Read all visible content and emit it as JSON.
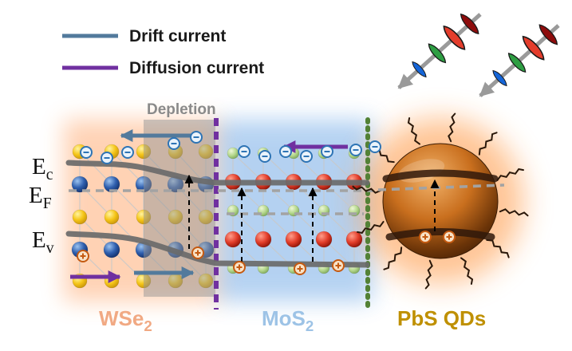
{
  "legend": {
    "drift_label": "Drift current",
    "diffusion_label": "Diffusion current",
    "drift_color": "#527a9c",
    "diffusion_color": "#7030a0"
  },
  "diagram": {
    "depletion_label": "Depletion",
    "band_levels": {
      "conduction": {
        "base": "E",
        "sub": "c"
      },
      "fermi": {
        "base": "E",
        "sub": "F"
      },
      "valence": {
        "base": "E",
        "sub": "v"
      }
    },
    "materials": {
      "wse2": {
        "base": "WSe",
        "sub": "2",
        "color": "#f1a983"
      },
      "mos2": {
        "base": "MoS",
        "sub": "2",
        "color": "#9dc3e6"
      },
      "pbs": {
        "label": "PbS QDs",
        "color": "#bf9000"
      }
    },
    "icons": {
      "electron": "circled-minus",
      "hole": "circled-plus",
      "light_pulse": "rainbow-wavepacket-arrow",
      "ligand": "zigzag-ligand"
    },
    "interface_colors": {
      "wse2_mos2_boundary": "#7030a0",
      "mos2_pbs_boundary": "#538135"
    }
  }
}
